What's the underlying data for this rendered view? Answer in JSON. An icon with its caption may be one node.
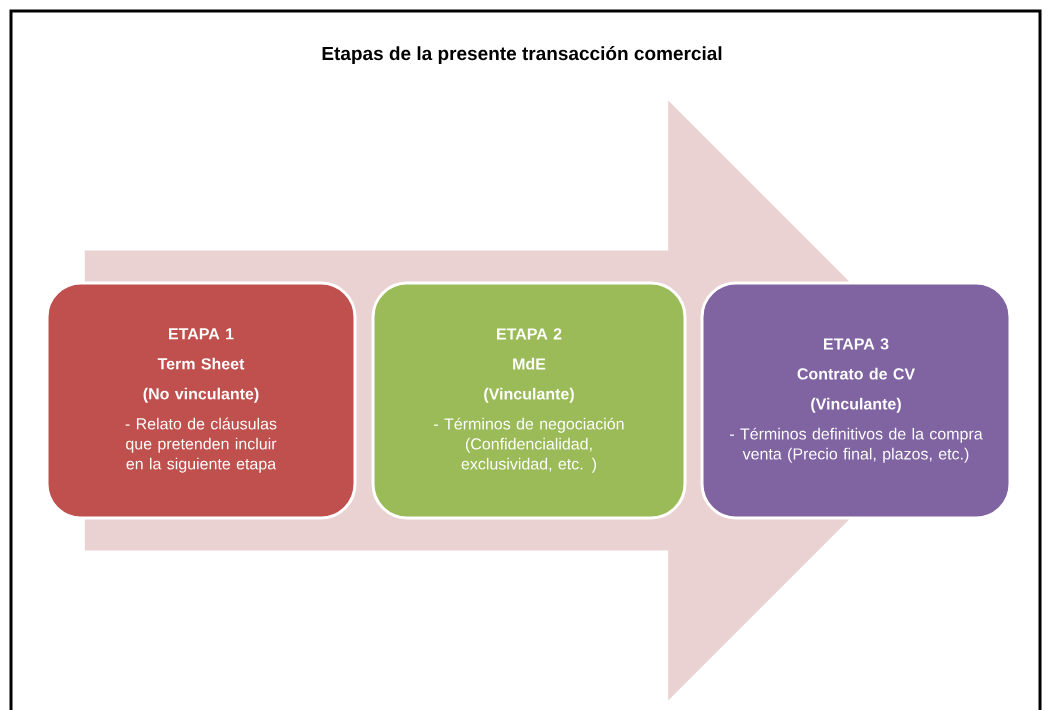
{
  "diagram": {
    "title": "Etapas de la presente transacción comercial",
    "nodes": [
      {
        "text": [
          "ETAPA 1",
          "Term Sheet",
          "(No vinculante)",
          "- Relato de cláusulas que pretenden incluir en la siguiente etapa"
        ]
      },
      {
        "text": [
          "ETAPA 2",
          "MdE",
          "(Vinculante)",
          "- Términos de negociación (Confidencialidad, exclusividad, etc. )"
        ]
      },
      {
        "text": [
          "ETAPA 3",
          "Contrato de CV",
          "(Vinculante)",
          "- Términos definitivos de la compra venta (Precio final, plazos, etc.)"
        ]
      }
    ],
    "edges": [
      {
        "from": 0,
        "to": 2,
        "arrow": "to",
        "color": "#ead1d2"
      }
    ]
  }
}
